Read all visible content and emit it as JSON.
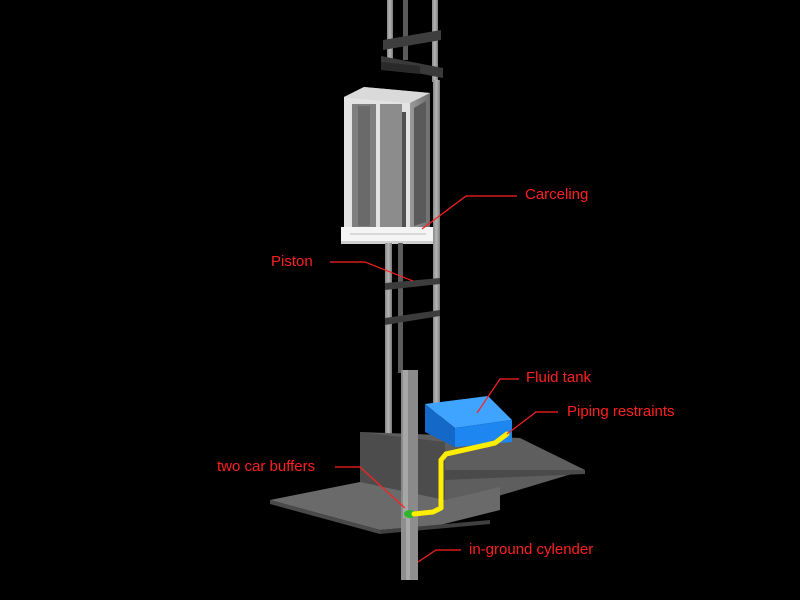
{
  "colors": {
    "background": "#000000",
    "label_text": "#ff2020",
    "leader_line": "#ff2020",
    "tank": "#1e86f0",
    "pipe": "#ffee00",
    "buffer": "#2fb52f"
  },
  "labels": {
    "carceling": "Carceling",
    "piston": "Piston",
    "fluid_tank": "Fluid tank",
    "piping_restraints": "Piping restraints",
    "car_buffers": "two car buffers",
    "in_ground_cylinder": "in-ground cylender"
  }
}
